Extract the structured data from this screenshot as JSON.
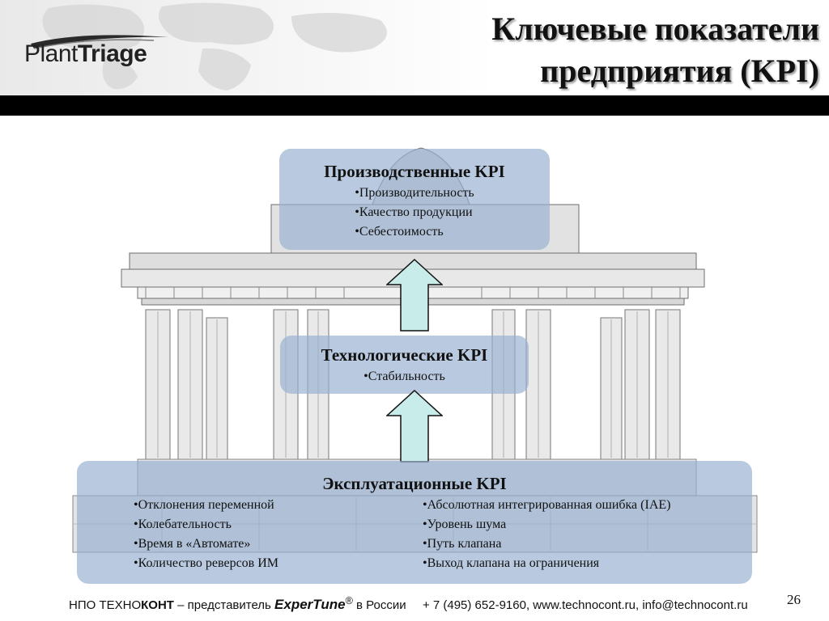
{
  "header": {
    "logo": {
      "part1": "Plant",
      "part2": "Triage"
    },
    "title_line1": "Ключевые показатели",
    "title_line2": "предприятия (KPI)"
  },
  "production_kpi": {
    "title": "Производственные KPI",
    "items": [
      "Производительность",
      "Качество продукции",
      "Себестоимость"
    ]
  },
  "tech_kpi": {
    "title": "Технологические KPI",
    "items": [
      "Стабильность"
    ]
  },
  "operational_kpi": {
    "title": "Эксплуатационные KPI",
    "left_items": [
      "Отклонения переменной",
      "Колебательность",
      "Время в «Автомате»",
      "Количество реверсов ИМ"
    ],
    "right_items": [
      "Абсолютная интегрированная ошибка (IAE)",
      "Уровень шума",
      "Путь клапана",
      "Выход клапана на ограничения"
    ]
  },
  "colors": {
    "box_fill": "#96afd2",
    "arrow_fill": "#c8ecea",
    "header_bar": "#000000"
  },
  "footer": {
    "company_prefix": "НПО ТЕХНО",
    "company_bold": "КОНТ",
    "represent": "– представитель",
    "brand": "ExperTune",
    "brand_reg": "®",
    "in_russia": "в России",
    "contacts": "+ 7 (495) 652-9160, www.technocont.ru, info@technocont.ru"
  },
  "page_number": "26"
}
